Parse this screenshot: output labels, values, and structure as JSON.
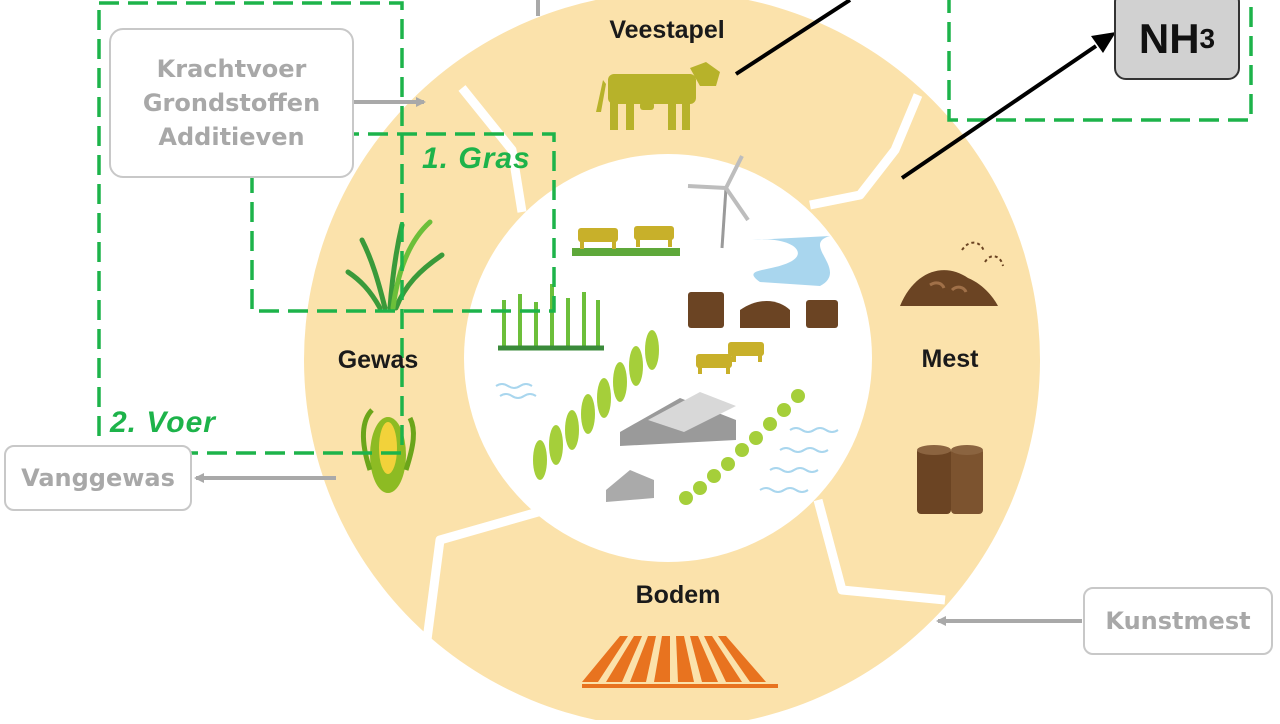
{
  "segments": {
    "top": "Veestapel",
    "left": "Gewas",
    "right": "Mest",
    "bottom": "Bodem"
  },
  "boxes": {
    "inputs": [
      "Krachtvoer",
      "Grondstoffen",
      "Additieven"
    ],
    "catch_crop": "Vanggewas",
    "fertilizer": "Kunstmest",
    "emission_main": "NH",
    "emission_sub": "3"
  },
  "zones": {
    "grass": "1. Gras",
    "feed": "2. Voer"
  },
  "colors": {
    "ring": "#fbe2ab",
    "ring_separator": "#ffffff",
    "livestock_icon": "#b7b22a",
    "crop_icon": "#8dbb23",
    "manure_icon": "#6b4423",
    "soil_icon": "#e8731f",
    "zone_border": "#1db34a",
    "input_arrow": "#a9a9a9",
    "emission_arrow": "#000000",
    "box_text": "#a8a8a8"
  },
  "icons": [
    "cow-icon",
    "grass-icon",
    "corn-icon",
    "manure-pile-icon",
    "manure-silo-icon",
    "plowed-field-icon",
    "wind-turbine-icon",
    "barn-icon",
    "trees-icon",
    "water-icon"
  ]
}
